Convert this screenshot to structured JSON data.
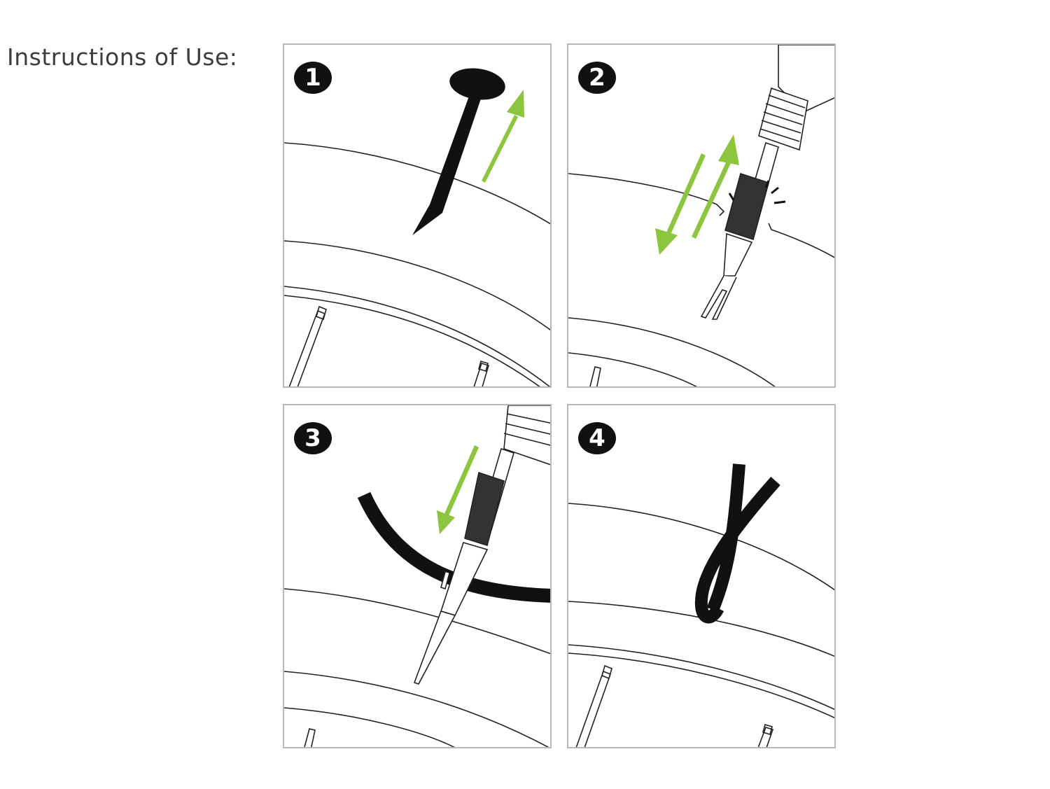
{
  "heading": "Instructions of Use:",
  "steps": [
    {
      "number": "1"
    },
    {
      "number": "2"
    },
    {
      "number": "3"
    },
    {
      "number": "4"
    }
  ],
  "colors": {
    "arrow": "#8cc63f",
    "ink": "#111111",
    "line": "#222222",
    "frame": "#b8b8b8"
  }
}
